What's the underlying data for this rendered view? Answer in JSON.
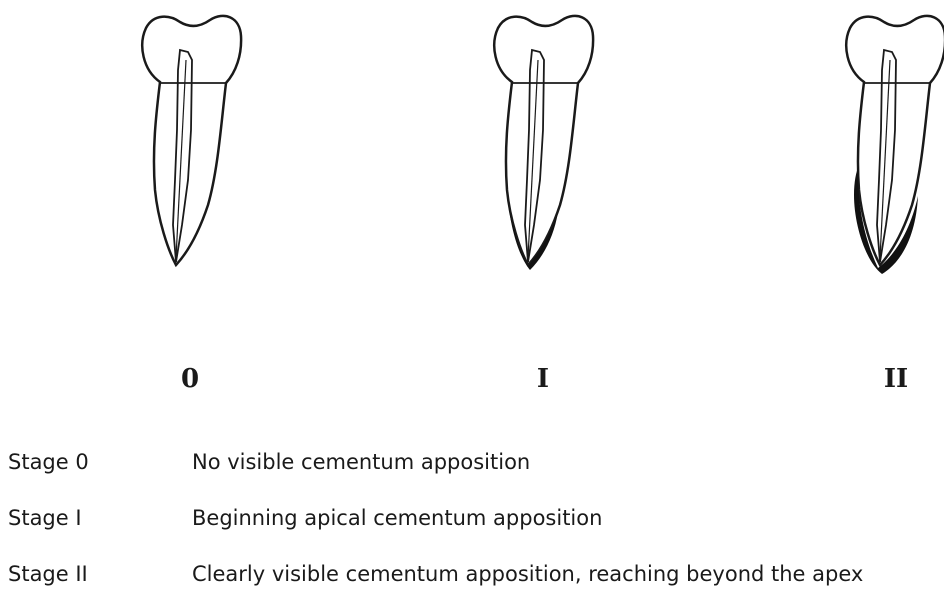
{
  "stages": [
    {
      "roman": "0",
      "name": "Stage 0",
      "description": "No visible cementum apposition",
      "cementum": "none"
    },
    {
      "roman": "I",
      "name": "Stage I",
      "description": "Beginning apical cementum apposition",
      "cementum": "apical"
    },
    {
      "roman": "II",
      "name": "Stage II",
      "description": "Clearly visible cementum apposition, reaching beyond the apex",
      "cementum": "beyond-apex"
    }
  ],
  "colors": {
    "outline": "#1a1a1a",
    "cementum": "#111111",
    "background": "#ffffff"
  }
}
